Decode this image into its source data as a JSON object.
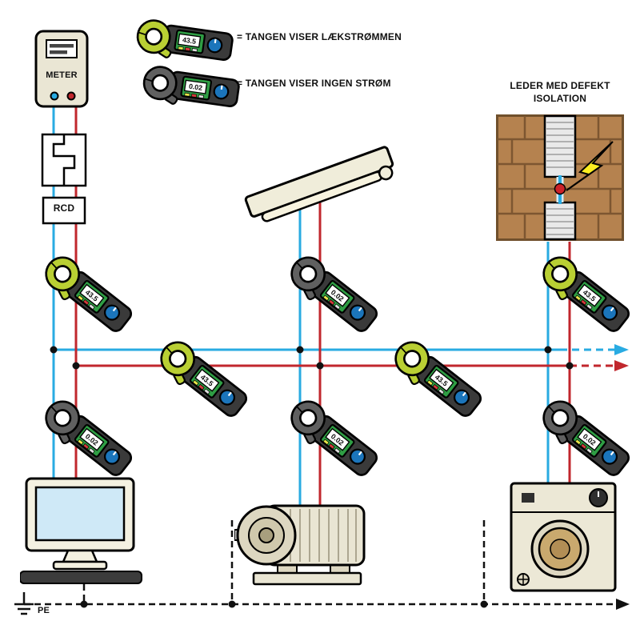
{
  "legend": {
    "items": [
      {
        "label": "= TANGEN VISER LÆKSTRØMMEN"
      },
      {
        "label": "= TANGEN VISER INGEN STRØM"
      }
    ]
  },
  "meter": {
    "label": "METER"
  },
  "rcd": {
    "label": "RCD"
  },
  "earth": {
    "label": "PE"
  },
  "defect_panel": {
    "label_line1": "LEDER MED DEFEKT",
    "label_line2": "ISOLATION"
  },
  "clamps": [
    {
      "id": "legend-leak",
      "value": "43.5",
      "variant": "green"
    },
    {
      "id": "legend-none",
      "value": "0.02",
      "variant": "dark"
    },
    {
      "id": "supply-after-rcd",
      "value": "43.5",
      "variant": "green"
    },
    {
      "id": "monitor-branch",
      "value": "0.02",
      "variant": "dark"
    },
    {
      "id": "lamp-branch",
      "value": "0.02",
      "variant": "dark"
    },
    {
      "id": "bus-left",
      "value": "43.5",
      "variant": "green"
    },
    {
      "id": "bus-right",
      "value": "43.5",
      "variant": "green"
    },
    {
      "id": "motor-branch",
      "value": "0.02",
      "variant": "dark"
    },
    {
      "id": "defect-branch",
      "value": "43.5",
      "variant": "green"
    },
    {
      "id": "washer-branch",
      "value": "0.02",
      "variant": "dark"
    }
  ],
  "colors": {
    "wire_blue": "#29abe2",
    "wire_red": "#c1272d",
    "clamp_green": "#b9cf33",
    "clamp_dark": "#606060",
    "display_screen_green": "#2f9e44",
    "dial_blue": "#1b75bb",
    "appliance_beige": "#e9e5d3",
    "brick_brown": "#b5824f",
    "lightning_yellow": "#fcee21"
  }
}
